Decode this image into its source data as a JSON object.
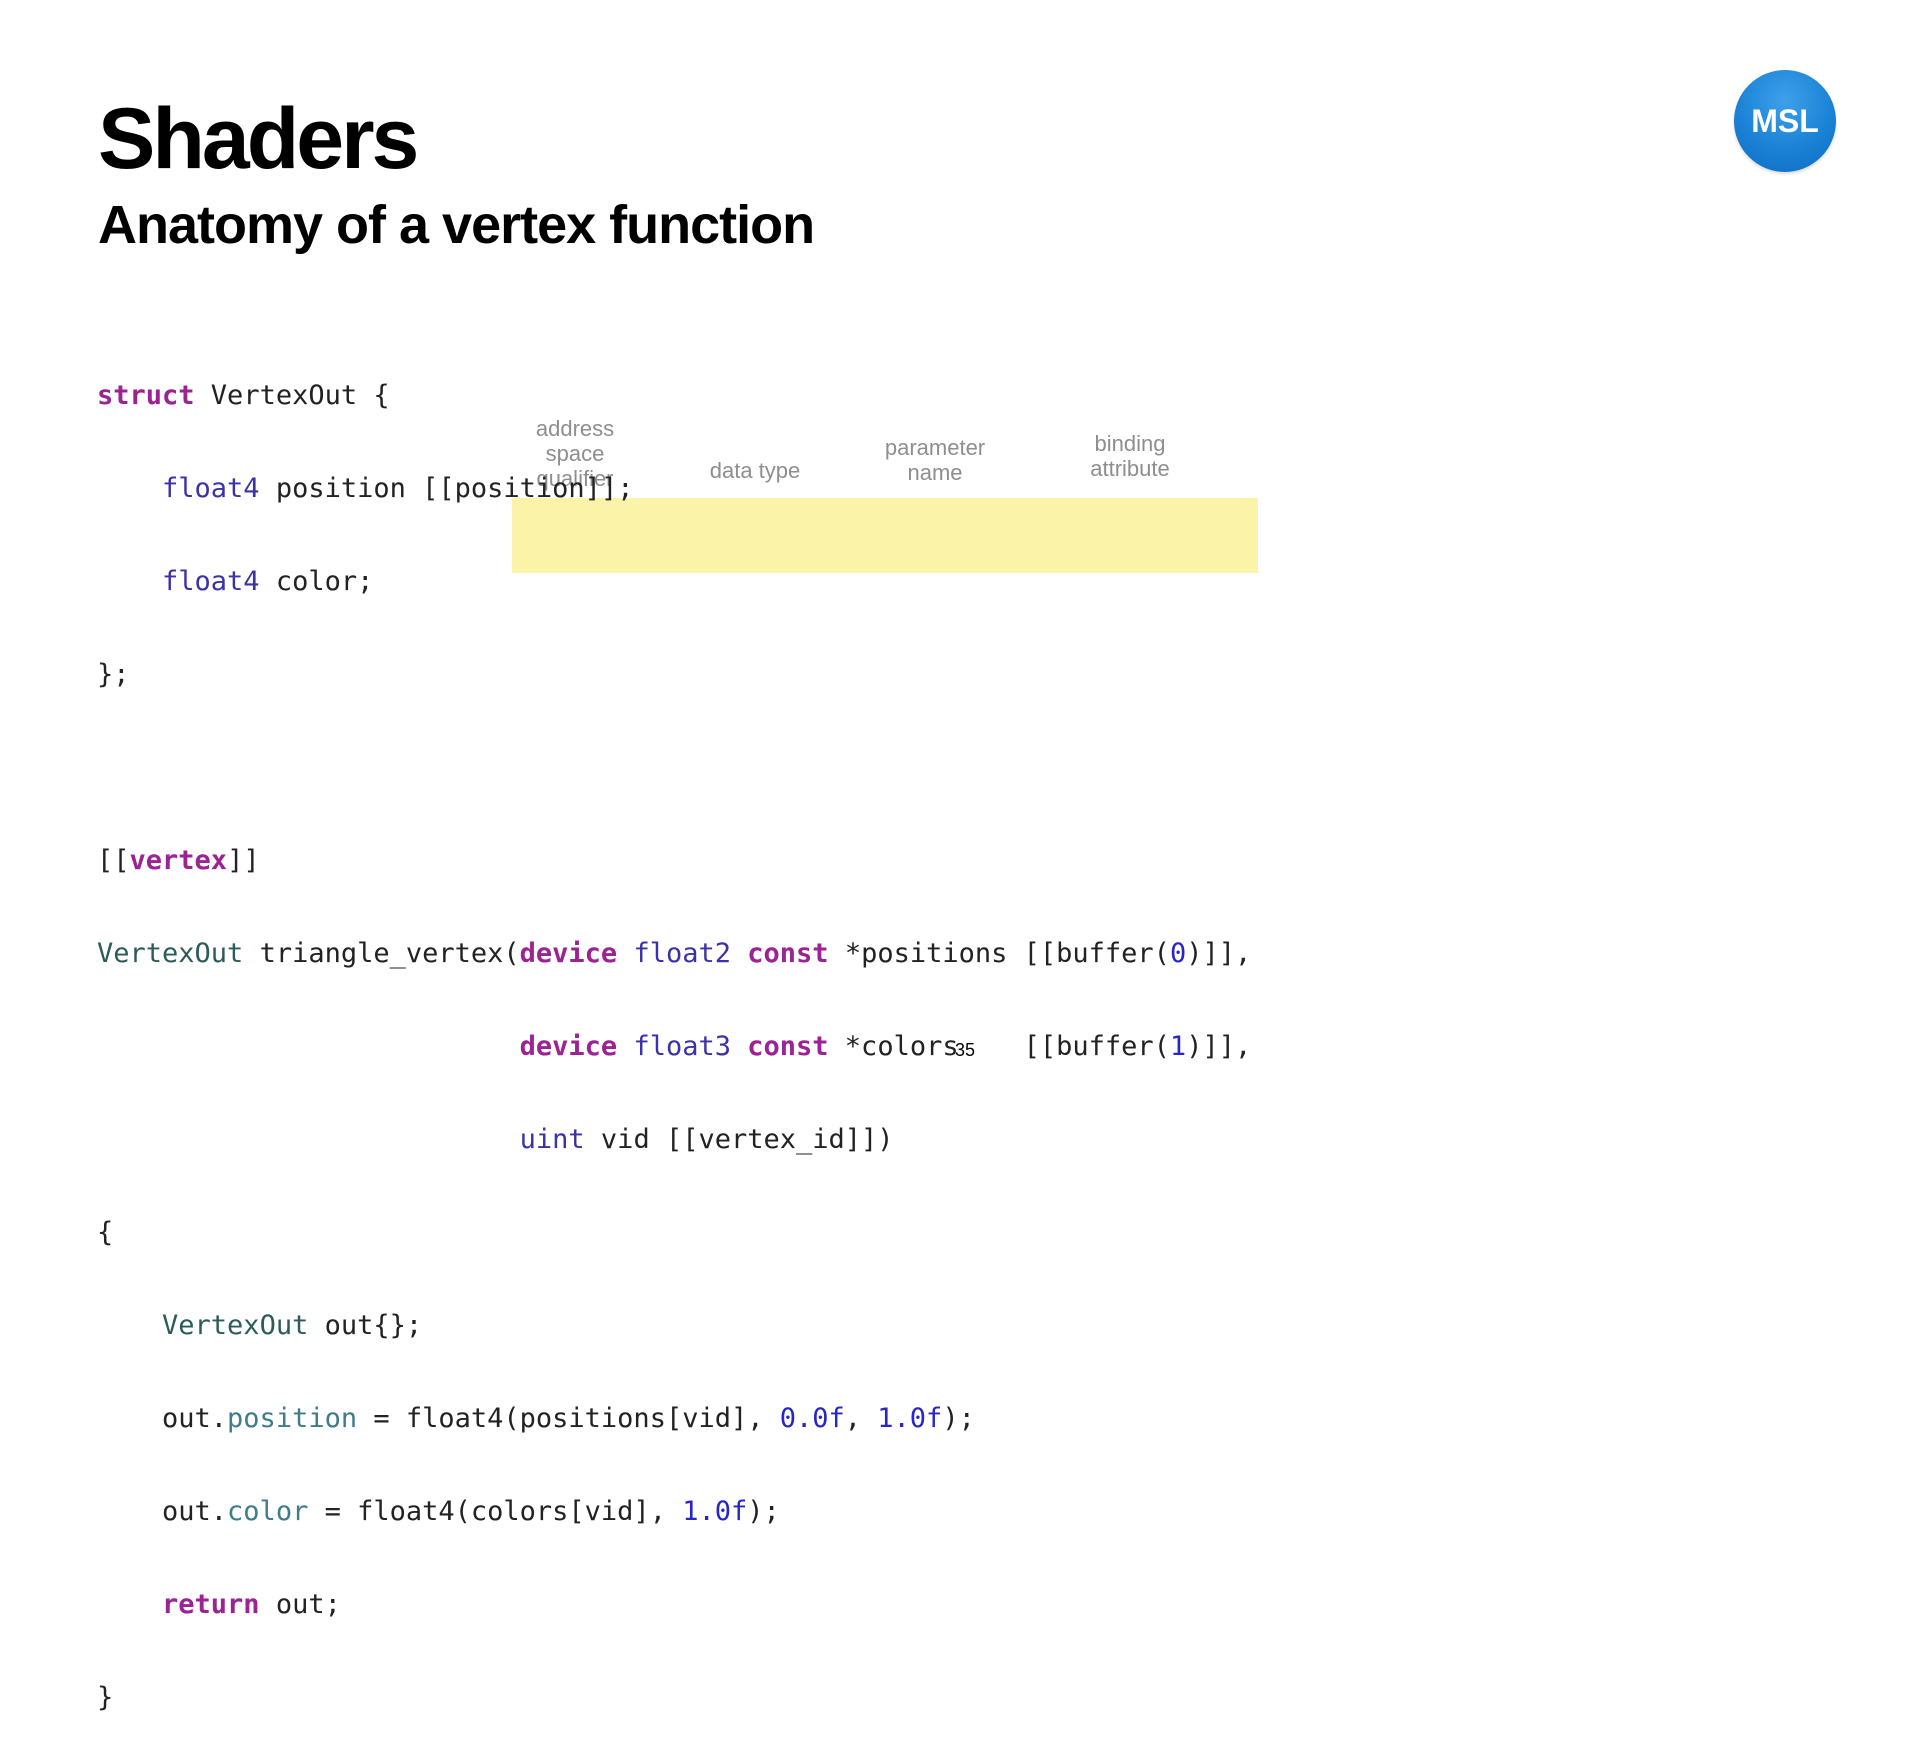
{
  "slide": {
    "title": "Shaders",
    "subtitle": "Anatomy of a vertex function",
    "badge": "MSL",
    "page_number": "35"
  },
  "colors": {
    "keyword": "#9b2393",
    "type": "#3b32a8",
    "class": "#2d5b5a",
    "property": "#3e7c8a",
    "number": "#2724c9",
    "highlight": "#fbf4a8",
    "annotation": "#8e8e8e",
    "badge": "#1a82d6"
  },
  "annotations": {
    "address_space": [
      "address",
      "space",
      "qualifier"
    ],
    "data_type": "data type",
    "parameter_name": [
      "parameter",
      "name"
    ],
    "binding_attribute": [
      "binding",
      "attribute"
    ]
  },
  "code": {
    "l1": [
      "struct",
      " VertexOut {"
    ],
    "l2": [
      "    ",
      "float4",
      " position [[position]];"
    ],
    "l3": [
      "    ",
      "float4",
      " color;"
    ],
    "l4": [
      "};"
    ],
    "l5": [
      ""
    ],
    "l6": [
      "[[",
      "vertex",
      "]]"
    ],
    "l7": [
      "VertexOut",
      " triangle_vertex(",
      "device",
      " ",
      "float2",
      " ",
      "const",
      " *positions [[buffer(",
      "0",
      ")]],"
    ],
    "l8": [
      "                          ",
      "device",
      " ",
      "float3",
      " ",
      "const",
      " *colors    [[buffer(",
      "1",
      ")]],"
    ],
    "l9": [
      "                          ",
      "uint",
      " vid [[vertex_id]])"
    ],
    "l10": [
      "{"
    ],
    "l11": [
      "    ",
      "VertexOut",
      " out{};"
    ],
    "l12": [
      "    out.",
      "position",
      " = float4(positions[vid], ",
      "0.0f",
      ", ",
      "1.0f",
      ");"
    ],
    "l13": [
      "    out.",
      "color",
      " = float4(colors[vid], ",
      "1.0f",
      ");"
    ],
    "l14": [
      "    ",
      "return",
      " out;"
    ],
    "l15": [
      "}"
    ]
  }
}
